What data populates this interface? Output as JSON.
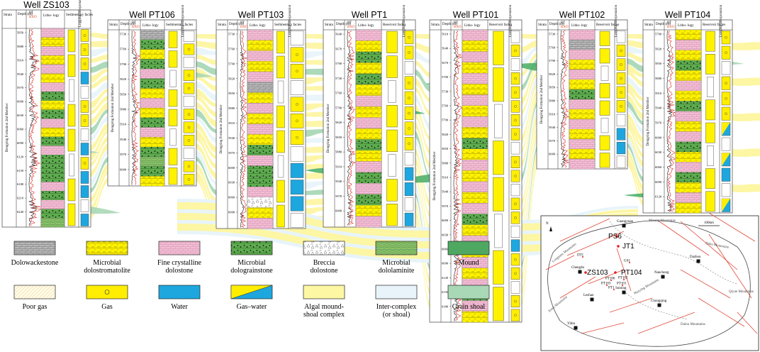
{
  "figure": {
    "header": {
      "strata": "Strata",
      "depth": "Depth (m)",
      "lithology": "Litho- logy",
      "sedimentary": "Sedimentary facies",
      "reservoir": "Reservoir facies",
      "logging": "Logging interpretation",
      "gr_label": "RT",
      "rso_label": "RXO"
    },
    "member_label": "Dengying Formation 2nd Member",
    "wells": [
      {
        "id": "ZS103",
        "title": "Well ZS103",
        "facies_col": "sedimentary",
        "depths": [
          "5850",
          "5880",
          "5910",
          "5940",
          "5970",
          "6000",
          "6030",
          "6060",
          "6090",
          "6120",
          "6150",
          "6180",
          "6210",
          "6240"
        ]
      },
      {
        "id": "PT106",
        "title": "Well PT106",
        "facies_col": "sedimentary",
        "depths": [
          "5730",
          "5760",
          "5790",
          "5820",
          "5850",
          "5880",
          "5910",
          "5940",
          "5970",
          "6000"
        ]
      },
      {
        "id": "PT103",
        "title": "Well PT103",
        "facies_col": "sedimentary",
        "depths": [
          "5730",
          "5760",
          "5790",
          "5820",
          "5850",
          "5880",
          "5910",
          "5940",
          "5970",
          "6000",
          "6030",
          "6060",
          "6090"
        ]
      },
      {
        "id": "PT1",
        "title": "Well PT1",
        "facies_col": "reservoir",
        "depths": [
          "5640",
          "5670",
          "5700",
          "5730",
          "5760",
          "5790",
          "5820",
          "5850",
          "5880",
          "5910",
          "5940",
          "5970",
          "6000"
        ]
      },
      {
        "id": "PT101",
        "title": "Well PT101",
        "facies_col": "reservoir",
        "depths": [
          "5610",
          "5640",
          "5670",
          "5700",
          "5730",
          "5760",
          "5790",
          "5820",
          "5850",
          "5880",
          "5910",
          "5940",
          "5970",
          "6000",
          "6030",
          "6060",
          "6090",
          "6120",
          "6150",
          "6180"
        ]
      },
      {
        "id": "PT102",
        "title": "Well PT102",
        "facies_col": "reservoir",
        "depths": [
          "5730",
          "5760",
          "5790",
          "5820",
          "5850",
          "5880",
          "5910",
          "5940",
          "5970",
          "6000"
        ]
      },
      {
        "id": "PT104",
        "title": "Well PT104",
        "facies_col": "reservoir",
        "depths": [
          "5790",
          "5820",
          "5850",
          "5880",
          "5910",
          "5940",
          "5970",
          "6000",
          "6030",
          "6060",
          "6090",
          "6120"
        ]
      }
    ],
    "legend": [
      {
        "key": "dolowackestone",
        "label": "Dolowackestone"
      },
      {
        "key": "microbial-dolostromatolite",
        "label": "Microbial dolostromatolite"
      },
      {
        "key": "fine-crystalline-dolostone",
        "label": "Fine crystalline dolostone"
      },
      {
        "key": "microbial-dolograinstone",
        "label": "Microbial dolograinstone"
      },
      {
        "key": "breccia-dolostone",
        "label": "Breccia dolostone"
      },
      {
        "key": "microbial-dololaminite",
        "label": "Microbial dololaminite"
      },
      {
        "key": "mound",
        "label": "Mound"
      },
      {
        "key": "poor-gas",
        "label": "Poor gas"
      },
      {
        "key": "gas",
        "label": "Gas"
      },
      {
        "key": "water",
        "label": "Water"
      },
      {
        "key": "gas-water",
        "label": "Gas–water"
      },
      {
        "key": "algal-mound-shoal",
        "label": "Algal mound-shoal complex"
      },
      {
        "key": "inter-complex",
        "label": "Inter-complex (or shoal)"
      },
      {
        "key": "grain-shoal",
        "label": "Grain shoal"
      }
    ],
    "map": {
      "scale": "100km",
      "north": "N",
      "places": [
        "Guangyuan",
        "Chengdu",
        "Leshan",
        "Yibin",
        "Chongqing",
        "Suining",
        "Dazhou",
        "Nanchong"
      ],
      "wells_big": [
        "PS6",
        "JT1",
        "ZS103",
        "PT104"
      ],
      "wells_small": [
        "DT1",
        "PT106",
        "PT102",
        "PT103",
        "PT101",
        "PT1",
        "GS1"
      ],
      "mountains": [
        "Longmen Mountains",
        "Micang Mountains",
        "Daba Mountains",
        "Huaying Mountains",
        "Emei Mountains",
        "Qiyue Mountains",
        "Dalou Mountains"
      ]
    },
    "colors": {
      "gas": "#ffee00",
      "water": "#1ea7df",
      "pink": "#f3bdd4",
      "green": "#5dac4e",
      "grey": "#b8b8b8",
      "algal": "#fdf6a3",
      "inter": "#e8f4fa",
      "shoal": "#a9d8b6",
      "red_trace": "#e0201c",
      "black_trace": "#111111"
    }
  }
}
